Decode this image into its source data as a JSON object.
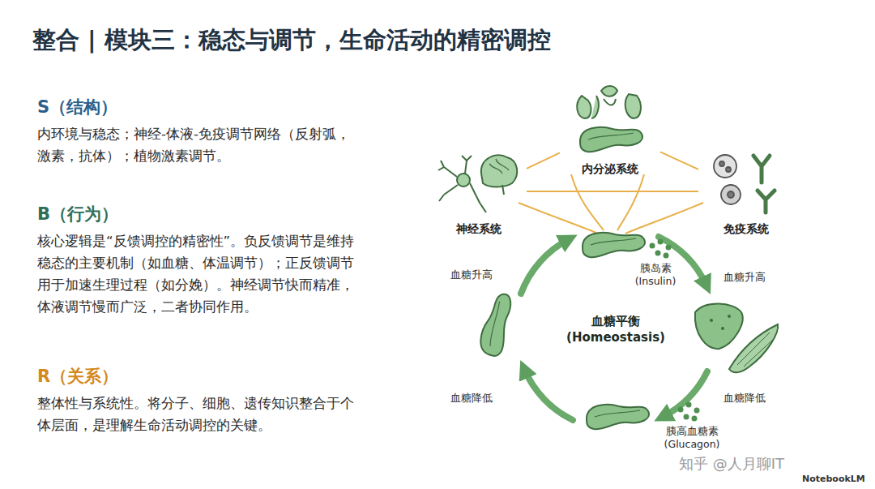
{
  "diagram": {
    "title": "整合 | 模块三：稳态与调节，生命活动的精密调控",
    "nodes": [
      {
        "text": [
          "内分泌系统"
        ]
      },
      {
        "text": [
          "神经系统"
        ]
      },
      {
        "text": [
          "免疫系统"
        ]
      }
    ],
    "edges": [
      {
        "from": 0,
        "to": 1,
        "arrow": "none"
      },
      {
        "from": 0,
        "to": 2,
        "arrow": "none"
      },
      {
        "from": 1,
        "to": 2,
        "arrow": "none"
      }
    ],
    "labels": [
      "S（结构）",
      "内环境与稳态；神经-体液-免疫调节网络（反射弧，激素，抗体）；植物激素调节。",
      "B（行为）",
      "核心逻辑是“反馈调控的精密性”。负反馈调节是维持稳态的主要机制（如血糖、体温调节）；正反馈调节用于加速生理过程（如分娩）。神经调节快而精准，体液调节慢而广泛，二者协同作用。",
      "R（关系）",
      "整体性与系统性。将分子、细胞、遗传知识整合于个体层面，是理解生命活动调控的关键。",
      "血糖升高",
      "胰岛素 (Insulin)",
      "血糖升高",
      "血糖平衡 (Homeostasis)",
      "血糖降低",
      "胰高血糖素 (Glucagon)",
      "血糖降低",
      "知乎 @人月聊IT",
      "NotebookLM"
    ]
  }
}
